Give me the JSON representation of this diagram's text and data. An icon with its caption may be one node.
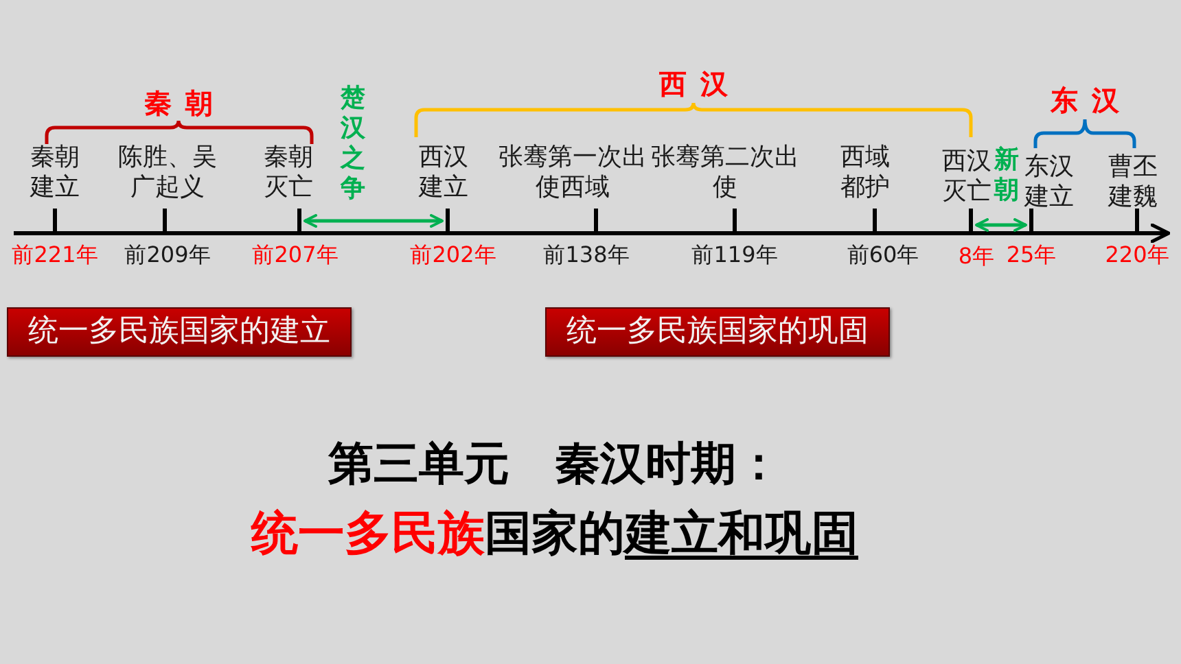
{
  "diagram": {
    "title": "第三单元　秦汉时期：",
    "caption": "**统一多民族**国家的建立和巩固",
    "nodes": [
      {
        "text": [
          "统一多民族国家的建立"
        ]
      },
      {
        "text": [
          "统一多民族国家的巩固"
        ]
      }
    ],
    "labels": [
      "秦朝",
      "楚汉之争",
      "西汉",
      "东汉",
      "秦朝建立",
      "陈胜、吴广起义",
      "秦朝灭亡",
      "西汉建立",
      "张骞第一次出使西域",
      "张骞第二次出使",
      "西域都护",
      "西汉灭亡",
      "新朝",
      "东汉建立",
      "曹丕建魏",
      "前221年",
      "前209年",
      "前207年",
      "前202年",
      "前138年",
      "前119年",
      "前60年",
      "8年",
      "25年",
      "220年"
    ]
  }
}
